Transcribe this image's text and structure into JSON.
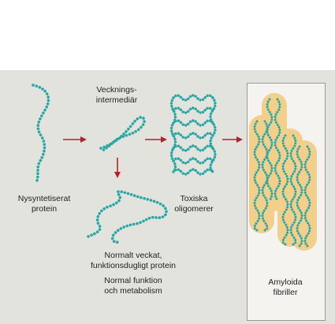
{
  "labels": {
    "nascent": [
      "Nysyntetiserat",
      "protein"
    ],
    "intermediate": [
      "Vecknings-",
      "intermediär"
    ],
    "toxic": [
      "Toxiska",
      "oligomerer"
    ],
    "normal_folded": [
      "Normalt veckat,",
      "funktionsdugligt protein"
    ],
    "normal_function": [
      "Normal funktion",
      "och metabolism"
    ],
    "amyloid": [
      "Amyloida",
      "fibriller"
    ]
  },
  "colors": {
    "panel": "#e3e3de",
    "chain": "#2aa7a4",
    "arrow": "#b0202e",
    "fibril_glow": "#f2cf8a"
  }
}
